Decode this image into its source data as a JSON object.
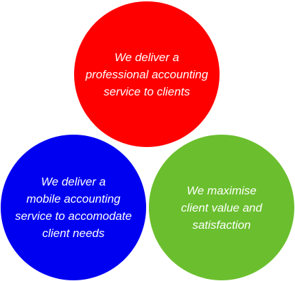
{
  "circles": [
    {
      "text": "We deliver a\nprofessional accounting\nservice to clients",
      "color": "#ff0000"
    },
    {
      "text": "We deliver a\nmobile accounting\nservice to accomodate\nclient needs",
      "color": "#0000f0"
    },
    {
      "text": "We maximise\nclient value and\nsatisfaction",
      "color": "#6bbf2e"
    }
  ]
}
